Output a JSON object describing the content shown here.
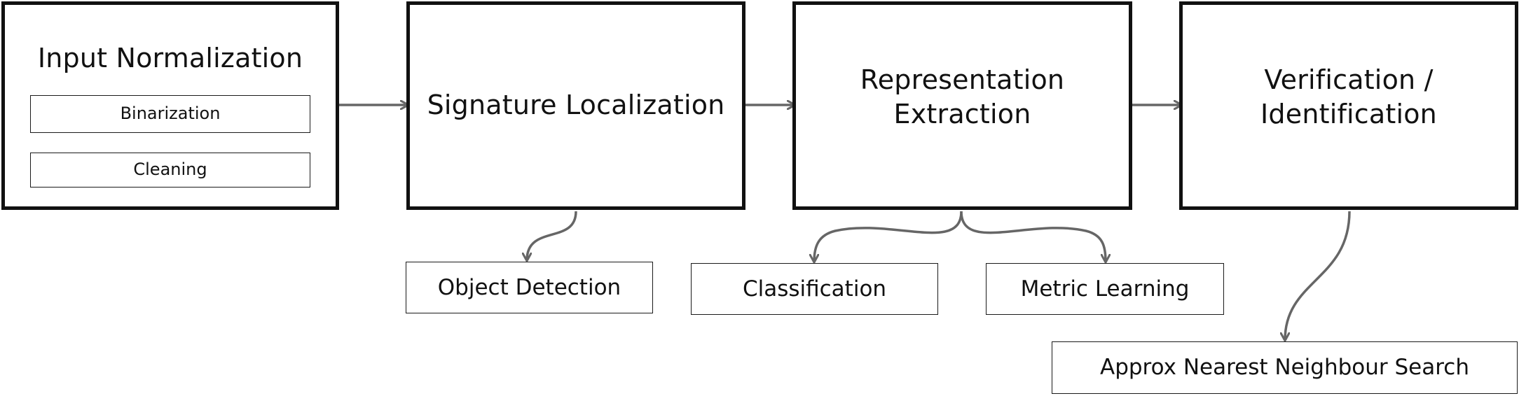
{
  "colors": {
    "box_border": "#111111",
    "arrow": "#666666",
    "background": "#ffffff"
  },
  "stages": {
    "input_normalization": {
      "title": "Input Normalization",
      "steps": [
        "Binarization",
        "Cleaning"
      ]
    },
    "signature_localization": {
      "title": "Signature Localization"
    },
    "representation_extraction": {
      "title_lines": [
        "Representation",
        "Extraction"
      ]
    },
    "verification_identification": {
      "title_lines": [
        "Verification /",
        "Identification"
      ]
    }
  },
  "methods": {
    "object_detection": "Object Detection",
    "classification": "Classification",
    "metric_learning": "Metric Learning",
    "approx_nn_search": "Approx Nearest Neighbour Search"
  }
}
